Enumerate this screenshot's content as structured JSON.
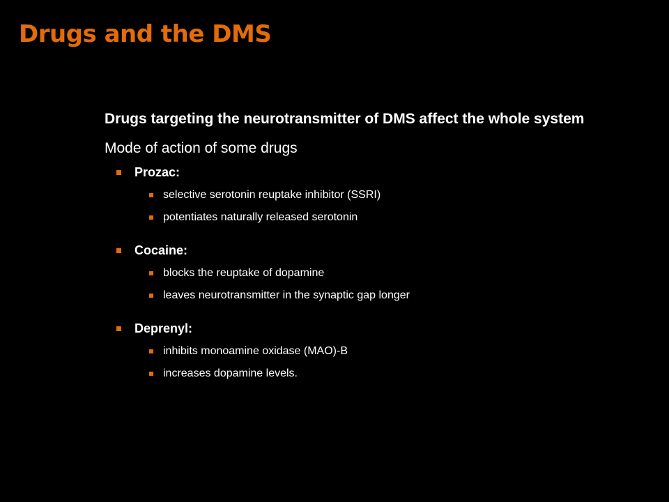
{
  "slide": {
    "title": "Drugs and the DMS",
    "lead": "Drugs targeting the neurotransmitter of DMS affect the whole system",
    "mode_heading": "Mode of action of some drugs",
    "drugs": [
      {
        "name": "Prozac:",
        "points": [
          "selective serotonin reuptake inhibitor (SSRI)",
          "potentiates naturally released serotonin"
        ]
      },
      {
        "name": "Cocaine:",
        "points": [
          "blocks the reuptake of dopamine",
          "leaves neurotransmitter in the synaptic gap longer"
        ]
      },
      {
        "name": "Deprenyl:",
        "points": [
          "inhibits monoamine oxidase (MAO)-B",
          "increases dopamine levels."
        ]
      }
    ]
  },
  "colors": {
    "background": "#000000",
    "title": "#e36c09",
    "text": "#ffffff",
    "bullet": "#e36c09"
  },
  "icons": {
    "bullet": "square-bullet-icon"
  }
}
